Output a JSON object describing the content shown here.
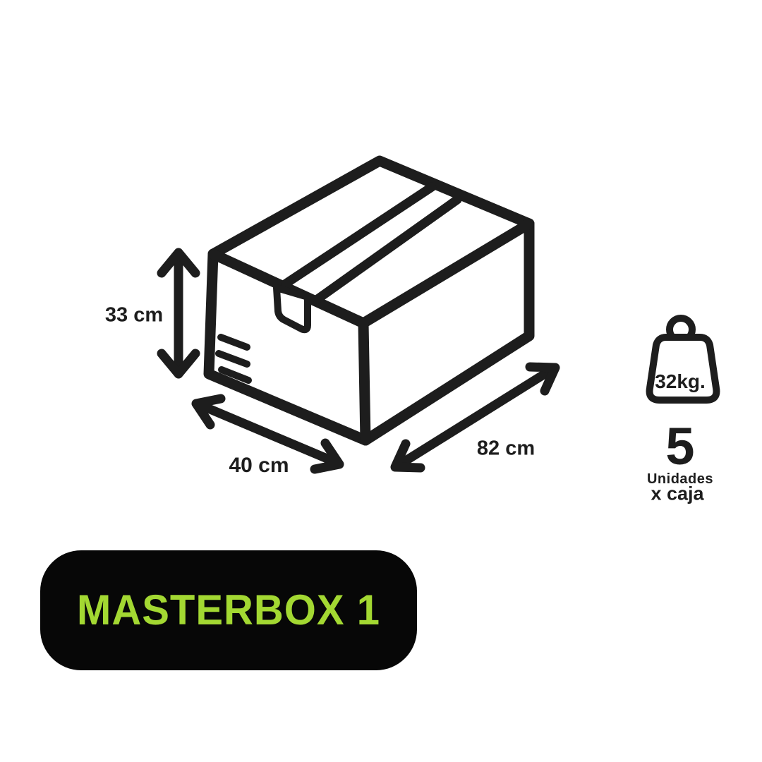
{
  "colors": {
    "background": "#ffffff",
    "ink": "#1d1d1d",
    "badge_bg": "#070707",
    "badge_text": "#a3d832"
  },
  "dimensions": {
    "height": "33 cm",
    "width": "40 cm",
    "length": "82 cm"
  },
  "weight": {
    "label": "32kg."
  },
  "units": {
    "count": "5",
    "word": "Unidades",
    "per": "x caja"
  },
  "badge": {
    "label": "MASTERBOX 1"
  }
}
